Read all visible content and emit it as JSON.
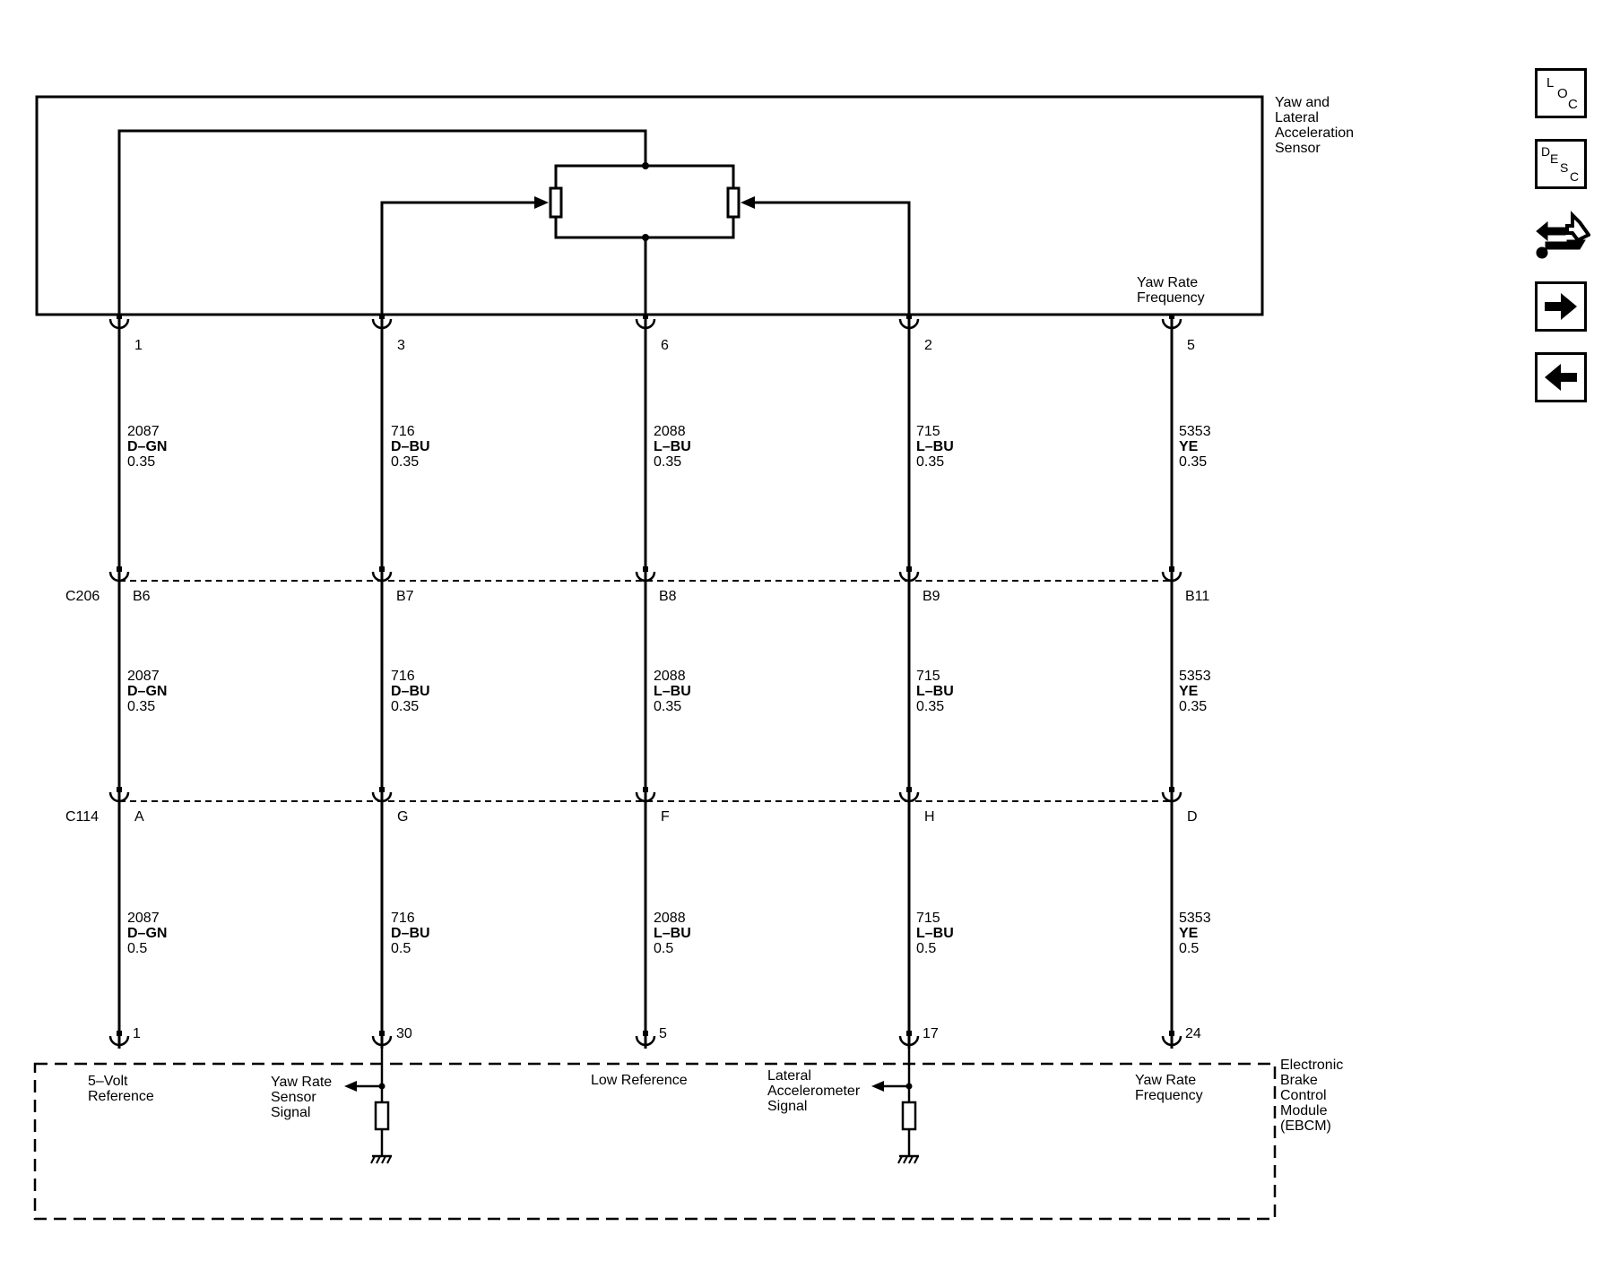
{
  "sensor": {
    "name": "Yaw and\nLateral\nAcceleration\nSensor",
    "yaw_rate_label": "Yaw Rate\nFrequency"
  },
  "sensor_pins": [
    "1",
    "3",
    "6",
    "2",
    "5"
  ],
  "connectors": {
    "c206": "C206",
    "c114": "C114"
  },
  "c206_pins": [
    "B6",
    "B7",
    "B8",
    "B9",
    "B11"
  ],
  "c114_pins": [
    "A",
    "G",
    "F",
    "H",
    "D"
  ],
  "ebcm_pins": [
    "1",
    "30",
    "5",
    "17",
    "24"
  ],
  "wires_upper": [
    {
      "circuit": "2087",
      "color": "D–GN",
      "size": "0.35"
    },
    {
      "circuit": "716",
      "color": "D–BU",
      "size": "0.35"
    },
    {
      "circuit": "2088",
      "color": "L–BU",
      "size": "0.35"
    },
    {
      "circuit": "715",
      "color": "L–BU",
      "size": "0.35"
    },
    {
      "circuit": "5353",
      "color": "YE",
      "size": "0.35"
    }
  ],
  "wires_middle": [
    {
      "circuit": "2087",
      "color": "D–GN",
      "size": "0.35"
    },
    {
      "circuit": "716",
      "color": "D–BU",
      "size": "0.35"
    },
    {
      "circuit": "2088",
      "color": "L–BU",
      "size": "0.35"
    },
    {
      "circuit": "715",
      "color": "L–BU",
      "size": "0.35"
    },
    {
      "circuit": "5353",
      "color": "YE",
      "size": "0.35"
    }
  ],
  "wires_lower": [
    {
      "circuit": "2087",
      "color": "D–GN",
      "size": "0.5"
    },
    {
      "circuit": "716",
      "color": "D–BU",
      "size": "0.5"
    },
    {
      "circuit": "2088",
      "color": "L–BU",
      "size": "0.5"
    },
    {
      "circuit": "715",
      "color": "L–BU",
      "size": "0.5"
    },
    {
      "circuit": "5353",
      "color": "YE",
      "size": "0.5"
    }
  ],
  "ebcm": {
    "name": "Electronic\nBrake\nControl\nModule\n(EBCM)",
    "signals": [
      "5–Volt\nReference",
      "Yaw Rate\nSensor\nSignal",
      "Low Reference",
      "Lateral\nAccelerometer\nSignal",
      "Yaw Rate\nFrequency"
    ]
  },
  "nav": {
    "loc": {
      "l1": "L",
      "l2": "O",
      "l3": "C"
    },
    "desc": {
      "l1": "D",
      "l2": "E",
      "l3": "S",
      "l4": "C"
    },
    "icons": [
      "loc-icon",
      "desc-icon",
      "connector-tools-icon",
      "arrow-right-icon",
      "arrow-left-icon"
    ]
  }
}
